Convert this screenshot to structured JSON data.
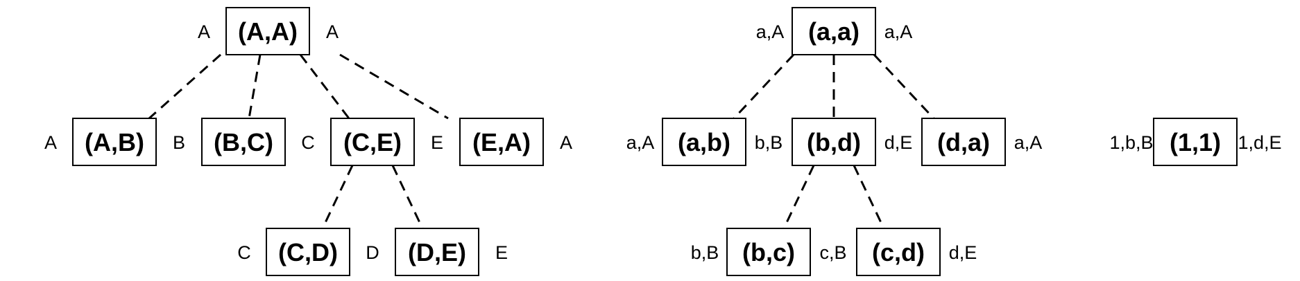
{
  "trees": [
    {
      "nodes": [
        {
          "id": "AA",
          "label": "(A,A)",
          "left": "A",
          "right": "A"
        },
        {
          "id": "AB",
          "label": "(A,B)",
          "left": "A",
          "right": "B"
        },
        {
          "id": "BC",
          "label": "(B,C)",
          "left": "",
          "right": "C"
        },
        {
          "id": "CE",
          "label": "(C,E)",
          "left": "",
          "right": "E"
        },
        {
          "id": "EA",
          "label": "(E,A)",
          "left": "",
          "right": "A"
        },
        {
          "id": "CD",
          "label": "(C,D)",
          "left": "C",
          "right": "D"
        },
        {
          "id": "DE",
          "label": "(D,E)",
          "left": "",
          "right": "E"
        }
      ],
      "edges": [
        [
          "AA",
          "AB"
        ],
        [
          "AA",
          "BC"
        ],
        [
          "AA",
          "CE"
        ],
        [
          "AA",
          "EA"
        ],
        [
          "CE",
          "CD"
        ],
        [
          "CE",
          "DE"
        ]
      ]
    },
    {
      "nodes": [
        {
          "id": "aa",
          "label": "(a,a)",
          "left": "a,A",
          "right": "a,A"
        },
        {
          "id": "ab",
          "label": "(a,b)",
          "left": "a,A",
          "right": "b,B"
        },
        {
          "id": "bd",
          "label": "(b,d)",
          "left": "",
          "right": "d,E"
        },
        {
          "id": "da",
          "label": "(d,a)",
          "left": "",
          "right": "a,A"
        },
        {
          "id": "bc",
          "label": "(b,c)",
          "left": "b,B",
          "right": "c,B"
        },
        {
          "id": "cd",
          "label": "(c,d)",
          "left": "",
          "right": "d,E"
        }
      ],
      "edges": [
        [
          "aa",
          "ab"
        ],
        [
          "aa",
          "bd"
        ],
        [
          "aa",
          "da"
        ],
        [
          "bd",
          "bc"
        ],
        [
          "bd",
          "cd"
        ]
      ]
    },
    {
      "nodes": [
        {
          "id": "11",
          "label": "(1,1)",
          "left": "1,b,B",
          "right": "1,d,E"
        }
      ],
      "edges": []
    }
  ]
}
